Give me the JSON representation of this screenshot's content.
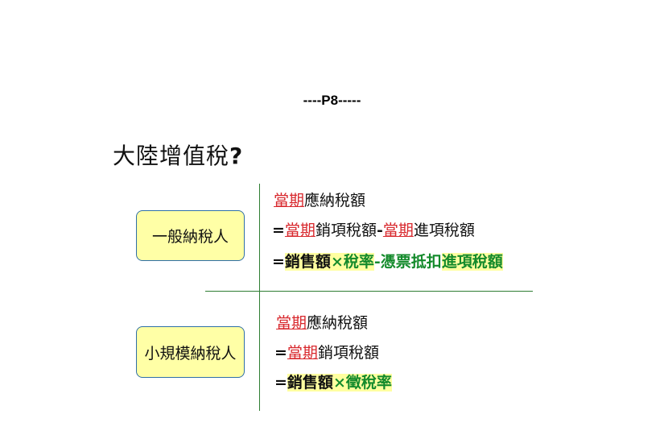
{
  "page_label": "----P8-----",
  "slide": {
    "title": "大陸增值稅",
    "title_mark": "?",
    "general": {
      "label": "一般納稅人",
      "line1": {
        "a": "當期",
        "b": "應納稅額"
      },
      "line2": {
        "eq": "=",
        "a": "當期",
        "b": "銷項稅額",
        "c": "-",
        "d": "當期",
        "e": "進項稅額"
      },
      "line3": {
        "eq": "=",
        "a": "銷售額",
        "b": "×稅率",
        "c": "-憑票抵扣",
        "d": "進項稅額"
      }
    },
    "small": {
      "label": "小規模納稅人",
      "line1": {
        "a": "當期",
        "b": "應納稅額"
      },
      "line2": {
        "eq": "=",
        "a": "當期",
        "b": "銷項稅額"
      },
      "line3": {
        "eq": "=",
        "a": "銷售額",
        "b": "×徵稅率"
      }
    }
  }
}
